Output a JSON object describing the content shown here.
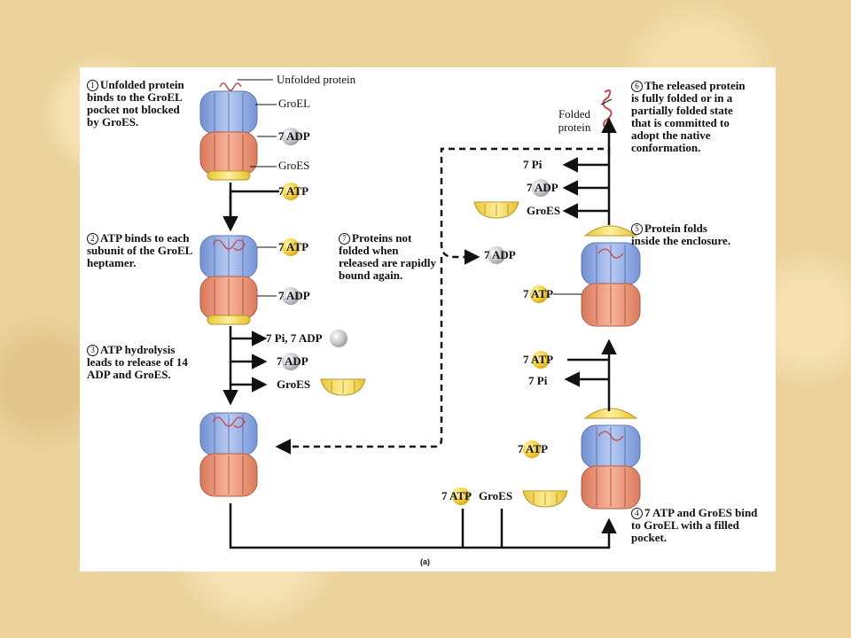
{
  "labels": {
    "unfolded_protein": "Unfolded protein",
    "groel": "GroEL",
    "groes": "GroES",
    "folded_protein": "Folded protein"
  },
  "chips": {
    "atp": "7 ATP",
    "adp": "7 ADP",
    "pi_adp": "7 Pi, 7 ADP",
    "pi": "7 Pi",
    "groes": "GroES"
  },
  "steps": {
    "s1": {
      "num": "1",
      "text": "Unfolded protein binds to the GroEL pocket not blocked by GroES."
    },
    "s2": {
      "num": "2",
      "text": "ATP binds to each subunit of the GroEL heptamer."
    },
    "s3": {
      "num": "3",
      "text": "ATP hydrolysis leads to release of 14 ADP and GroES."
    },
    "s4": {
      "num": "4",
      "text": "7 ATP and GroES bind to GroEL with a filled pocket."
    },
    "s5": {
      "num": "5",
      "text": "Protein folds inside the enclosure."
    },
    "s6": {
      "num": "6",
      "text": "The released protein is fully folded or in a partially folded state that is committed to adopt the native conformation."
    },
    "s7": {
      "num": "7",
      "text": "Proteins not folded when released are rapidly bound again."
    }
  },
  "caption": "(a)",
  "colors": {
    "groel_blue": "#9db4e6",
    "groel_red": "#ee9a7d",
    "groes_yellow": "#fbe16b",
    "atp_yellow": "#f8d63c",
    "adp_gray": "#c9c9cf",
    "panel": "#ffffff",
    "background": "#ecd39c"
  }
}
